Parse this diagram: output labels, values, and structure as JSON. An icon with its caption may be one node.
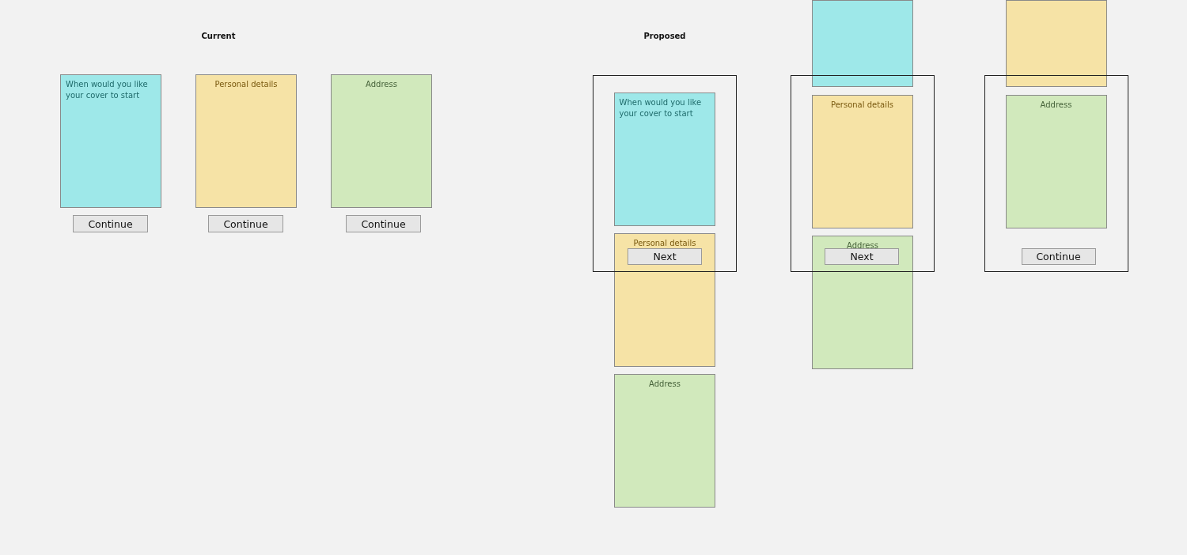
{
  "diagram": {
    "nodes": [
      {
        "text": [
          "When would you like your cover to start"
        ]
      },
      {
        "text": [
          "Personal details"
        ]
      },
      {
        "text": [
          "Address"
        ]
      },
      {
        "text": [
          "Continue"
        ]
      },
      {
        "text": [
          "Continue"
        ]
      },
      {
        "text": [
          "Continue"
        ]
      },
      {
        "text": [],
        "shape": "box"
      },
      {
        "text": [
          "When would you like your cover to start"
        ],
        "in": 6
      },
      {
        "text": [
          "Personal details"
        ]
      },
      {
        "text": [
          "Next"
        ]
      },
      {
        "text": [
          "Address"
        ]
      },
      {
        "text": [],
        "shape": "box"
      },
      {
        "text": [],
        "shape": "box"
      },
      {
        "text": [
          "Personal details"
        ],
        "in": 12
      },
      {
        "text": [
          "Address"
        ]
      },
      {
        "text": [
          "Next"
        ]
      },
      {
        "text": [],
        "shape": "box"
      },
      {
        "text": [],
        "shape": "box"
      },
      {
        "text": [
          "Address"
        ],
        "in": 17
      },
      {
        "text": [
          "Continue"
        ],
        "in": 17
      }
    ],
    "labels": [
      "Current",
      "Proposed"
    ]
  }
}
